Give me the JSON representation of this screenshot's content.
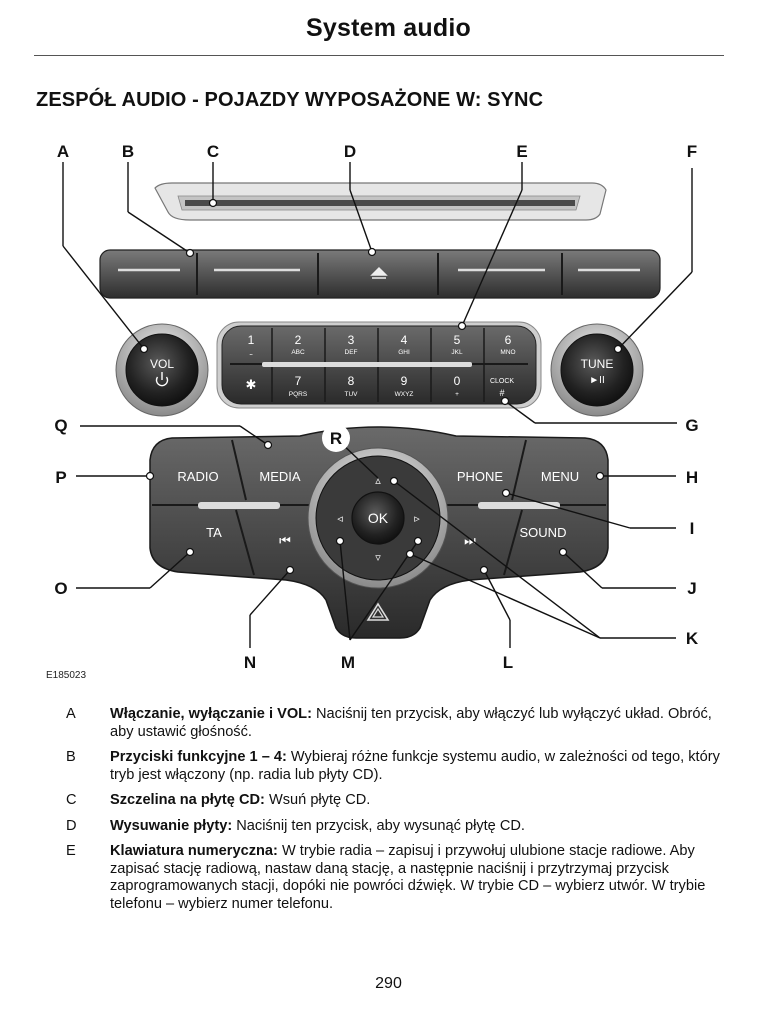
{
  "page": {
    "header_title": "System audio",
    "section_title": "ZESPÓŁ AUDIO - POJAZDY WYPOSAŻONE W: SYNC",
    "page_number": "290"
  },
  "figure": {
    "id": "E185023",
    "callouts": [
      "A",
      "B",
      "C",
      "D",
      "E",
      "F",
      "G",
      "H",
      "I",
      "J",
      "K",
      "L",
      "M",
      "N",
      "O",
      "P",
      "Q",
      "R"
    ],
    "buttons": {
      "vol": "VOL",
      "tune": "TUNE",
      "tune_sub": "►II",
      "radio": "RADIO",
      "media": "MEDIA",
      "phone": "PHONE",
      "menu": "MENU",
      "ta": "TA",
      "sound": "SOUND",
      "ok": "OK",
      "clock": "CLOCK",
      "keys": [
        {
          "num": "1",
          "sub": "⎵"
        },
        {
          "num": "2",
          "sub": "ABC"
        },
        {
          "num": "3",
          "sub": "DEF"
        },
        {
          "num": "4",
          "sub": "GHI"
        },
        {
          "num": "5",
          "sub": "JKL"
        },
        {
          "num": "6",
          "sub": "MNO"
        },
        {
          "num": "✱",
          "sub": ""
        },
        {
          "num": "7",
          "sub": "PQRS"
        },
        {
          "num": "8",
          "sub": "TUV"
        },
        {
          "num": "9",
          "sub": "WXYZ"
        },
        {
          "num": "0",
          "sub": "+"
        },
        {
          "num": "#",
          "sub": ""
        }
      ]
    }
  },
  "definitions": [
    {
      "key": "A",
      "term": "Włączanie, wyłączanie i VOL:",
      "text": " Naciśnij ten przycisk, aby włączyć lub wyłączyć układ. Obróć, aby ustawić głośność."
    },
    {
      "key": "B",
      "term": "Przyciski funkcyjne 1 – 4:",
      "text": " Wybieraj różne funkcje systemu audio, w zależności od tego, który tryb jest włączony (np. radia lub płyty CD)."
    },
    {
      "key": "C",
      "term": "Szczelina na płytę CD:",
      "text": " Wsuń płytę CD."
    },
    {
      "key": "D",
      "term": "Wysuwanie płyty:",
      "text": " Naciśnij ten przycisk, aby wysunąć płytę CD."
    },
    {
      "key": "E",
      "term": "Klawiatura numeryczna:",
      "text": " W trybie radia – zapisuj i przywołuj ulubione stacje radiowe. Aby zapisać stację radiową, nastaw daną stację, a następnie naciśnij i przytrzymaj przycisk zaprogramowanych stacji, dopóki nie powróci dźwięk. W trybie CD – wybierz utwór. W trybie telefonu – wybierz numer telefonu."
    }
  ]
}
